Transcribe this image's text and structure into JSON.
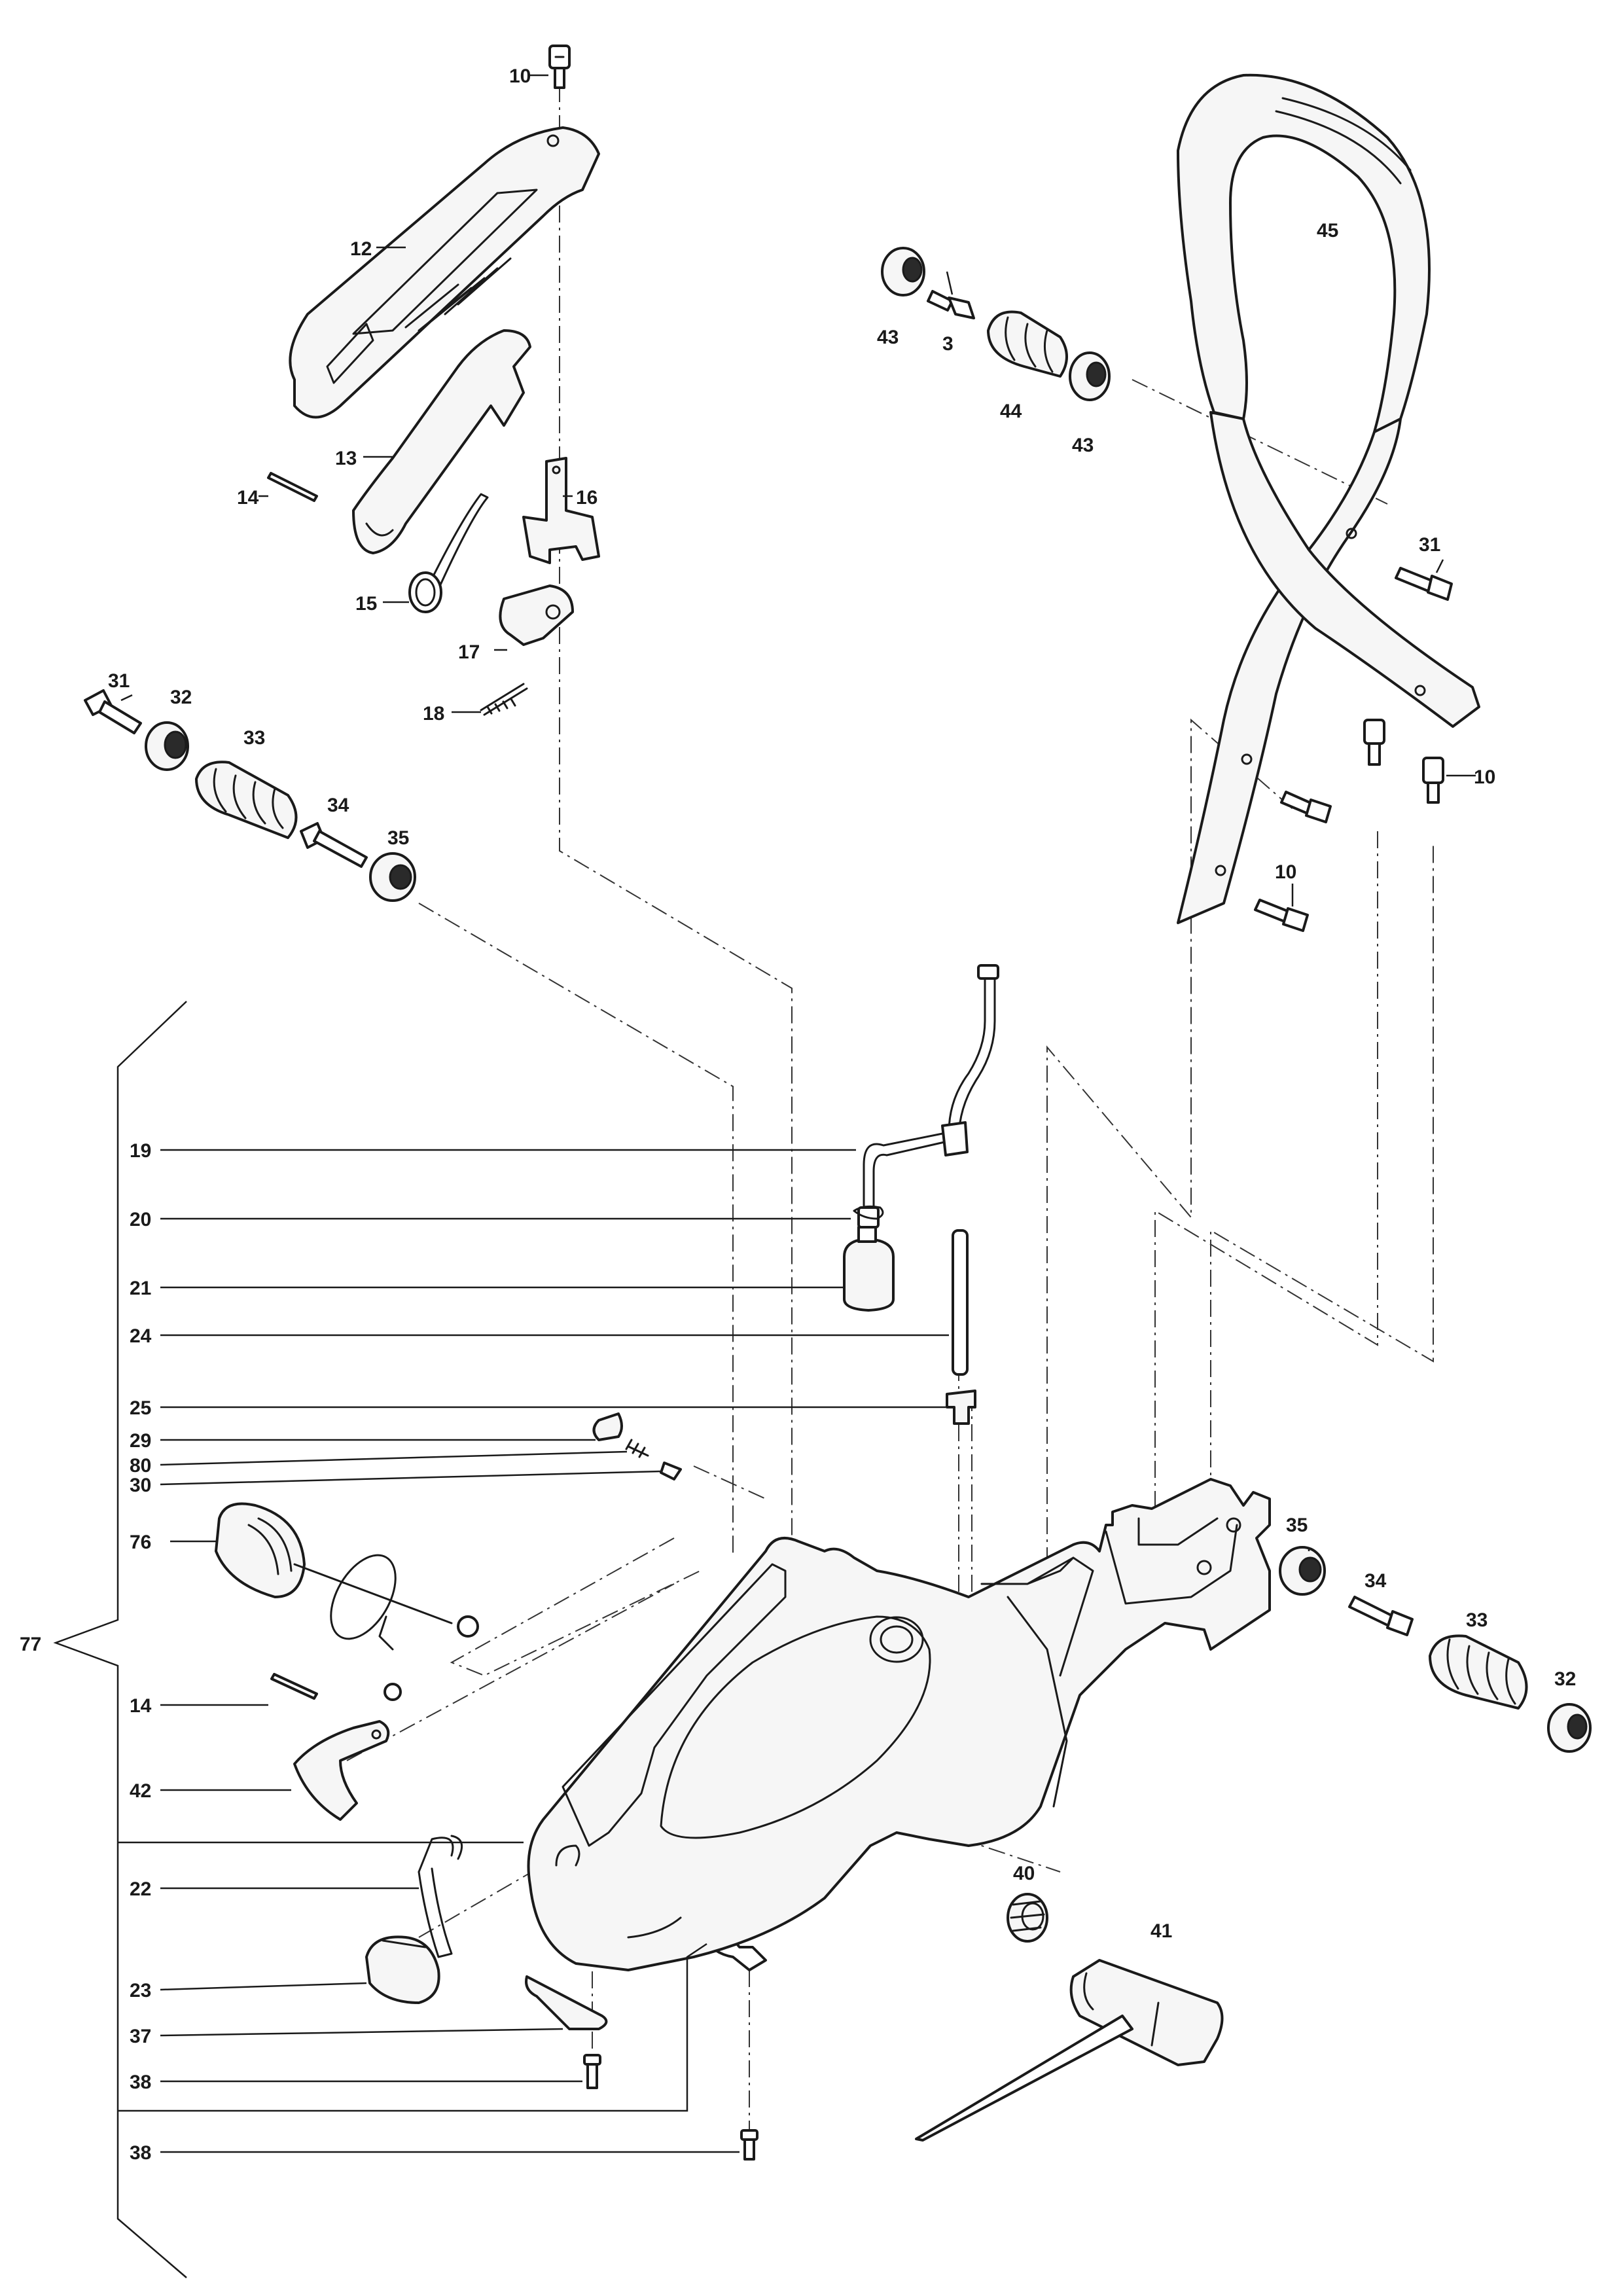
{
  "callouts": [
    {
      "key": "c10a",
      "text": "10"
    },
    {
      "key": "c12",
      "text": "12"
    },
    {
      "key": "c13",
      "text": "13"
    },
    {
      "key": "c14a",
      "text": "14"
    },
    {
      "key": "c15",
      "text": "15"
    },
    {
      "key": "c16",
      "text": "16"
    },
    {
      "key": "c17",
      "text": "17"
    },
    {
      "key": "c18",
      "text": "18"
    },
    {
      "key": "c31a",
      "text": "31"
    },
    {
      "key": "c32a",
      "text": "32"
    },
    {
      "key": "c33a",
      "text": "33"
    },
    {
      "key": "c34a",
      "text": "34"
    },
    {
      "key": "c35a",
      "text": "35"
    },
    {
      "key": "c43a",
      "text": "43"
    },
    {
      "key": "c3",
      "text": "3"
    },
    {
      "key": "c44",
      "text": "44"
    },
    {
      "key": "c43b",
      "text": "43"
    },
    {
      "key": "c45",
      "text": "45"
    },
    {
      "key": "c31b",
      "text": "31"
    },
    {
      "key": "c10b",
      "text": "10"
    },
    {
      "key": "c10c",
      "text": "10"
    },
    {
      "key": "c19",
      "text": "19"
    },
    {
      "key": "c20",
      "text": "20"
    },
    {
      "key": "c21",
      "text": "21"
    },
    {
      "key": "c24",
      "text": "24"
    },
    {
      "key": "c25",
      "text": "25"
    },
    {
      "key": "c29",
      "text": "29"
    },
    {
      "key": "c80",
      "text": "80"
    },
    {
      "key": "c30",
      "text": "30"
    },
    {
      "key": "c76",
      "text": "76"
    },
    {
      "key": "c77",
      "text": "77"
    },
    {
      "key": "c14b",
      "text": "14"
    },
    {
      "key": "c42",
      "text": "42"
    },
    {
      "key": "c22",
      "text": "22"
    },
    {
      "key": "c23",
      "text": "23"
    },
    {
      "key": "c37",
      "text": "37"
    },
    {
      "key": "c38a",
      "text": "38"
    },
    {
      "key": "c38b",
      "text": "38"
    },
    {
      "key": "c35b",
      "text": "35"
    },
    {
      "key": "c34b",
      "text": "34"
    },
    {
      "key": "c33b",
      "text": "33"
    },
    {
      "key": "c32b",
      "text": "32"
    },
    {
      "key": "c40",
      "text": "40"
    },
    {
      "key": "c41",
      "text": "41"
    }
  ]
}
